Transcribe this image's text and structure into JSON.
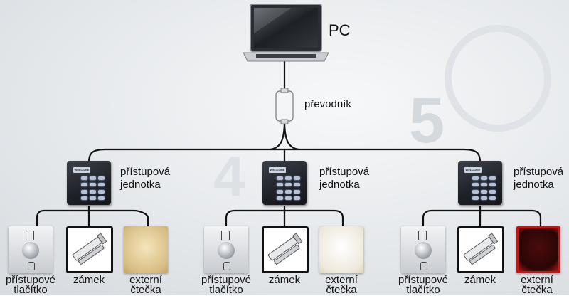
{
  "pc": {
    "label": "PC"
  },
  "converter": {
    "label": "převodník"
  },
  "branches": [
    {
      "unit_label_1": "přístupová",
      "unit_label_2": "jednotka",
      "unit_screen": "WELCOME",
      "button_label_1": "přístupové",
      "button_label_2": "tlačítko",
      "lock_label": "zámek",
      "reader_label_1": "externí",
      "reader_label_2": "čtečka",
      "reader_color": "#d8bd84"
    },
    {
      "unit_label_1": "přístupová",
      "unit_label_2": "jednotka",
      "unit_screen": "WELCOME",
      "button_label_1": "přístupové",
      "button_label_2": "tlačítko",
      "lock_label": "zámek",
      "reader_label_1": "externí",
      "reader_label_2": "čtečka",
      "reader_color": "#efe9dc"
    },
    {
      "unit_label_1": "přístupová",
      "unit_label_2": "jednotka",
      "unit_screen": "WELCOME",
      "button_label_1": "přístupové",
      "button_label_2": "tlačítko",
      "lock_label": "zámek",
      "reader_label_1": "externí",
      "reader_label_2": "čtečka",
      "reader_color": "#c31616"
    }
  ],
  "colors": {
    "wire": "#111111",
    "background": "#e9ecef"
  }
}
